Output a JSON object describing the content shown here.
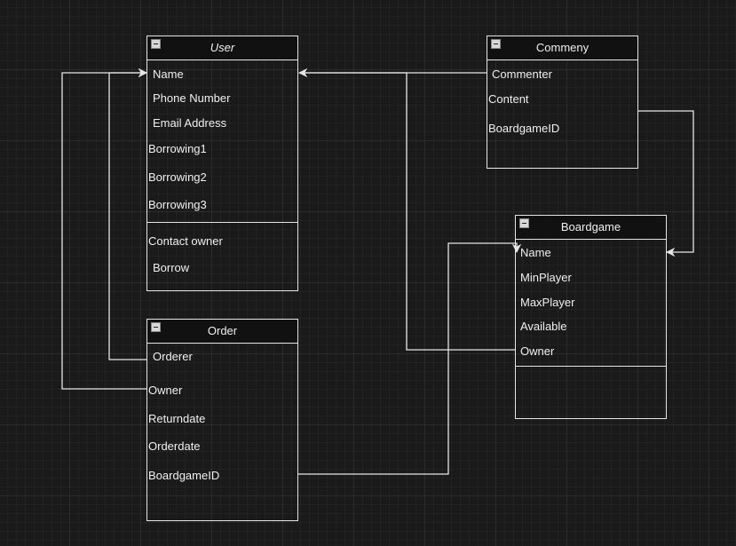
{
  "entities": {
    "user": {
      "title": "User",
      "fields": [
        "Name",
        "Phone Number",
        "Email Address",
        "Borrowing1",
        "Borrowing2",
        "Borrowing3"
      ],
      "methods": [
        "Contact owner",
        "Borrow"
      ]
    },
    "order": {
      "title": "Order",
      "fields": [
        "Orderer",
        "Owner",
        "Returndate",
        "Orderdate",
        "BoardgameID"
      ]
    },
    "commeny": {
      "title": "Commeny",
      "fields": [
        "Commenter",
        "Content",
        "BoardgameID"
      ]
    },
    "boardgame": {
      "title": "Boardgame",
      "fields": [
        "Name",
        "MinPlayer",
        "MaxPlayer",
        "Available",
        "Owner"
      ]
    }
  },
  "colors": {
    "line": "#e6e6e6",
    "background": "#1a1a1a",
    "text": "#f0f0f0"
  }
}
